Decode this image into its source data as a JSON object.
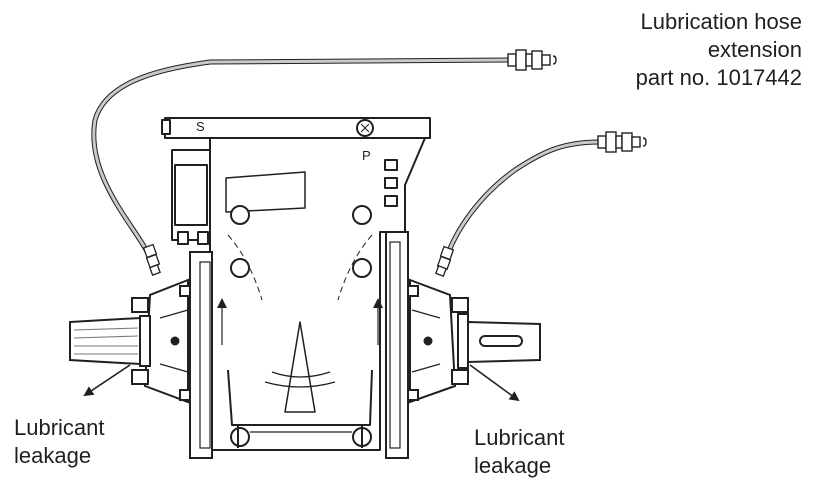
{
  "hose_callout": {
    "line1": "Lubrication hose",
    "line2": "extension",
    "line3": "part no. 1017442"
  },
  "leak_left": {
    "line1": "Lubricant",
    "line2": "leakage"
  },
  "leak_right": {
    "line1": "Lubricant",
    "line2": "leakage"
  },
  "housing_marks": {
    "s": "S",
    "p": "P"
  },
  "colors": {
    "ink": "#231f20",
    "hose": "#a7a9ac",
    "paper": "#ffffff"
  }
}
